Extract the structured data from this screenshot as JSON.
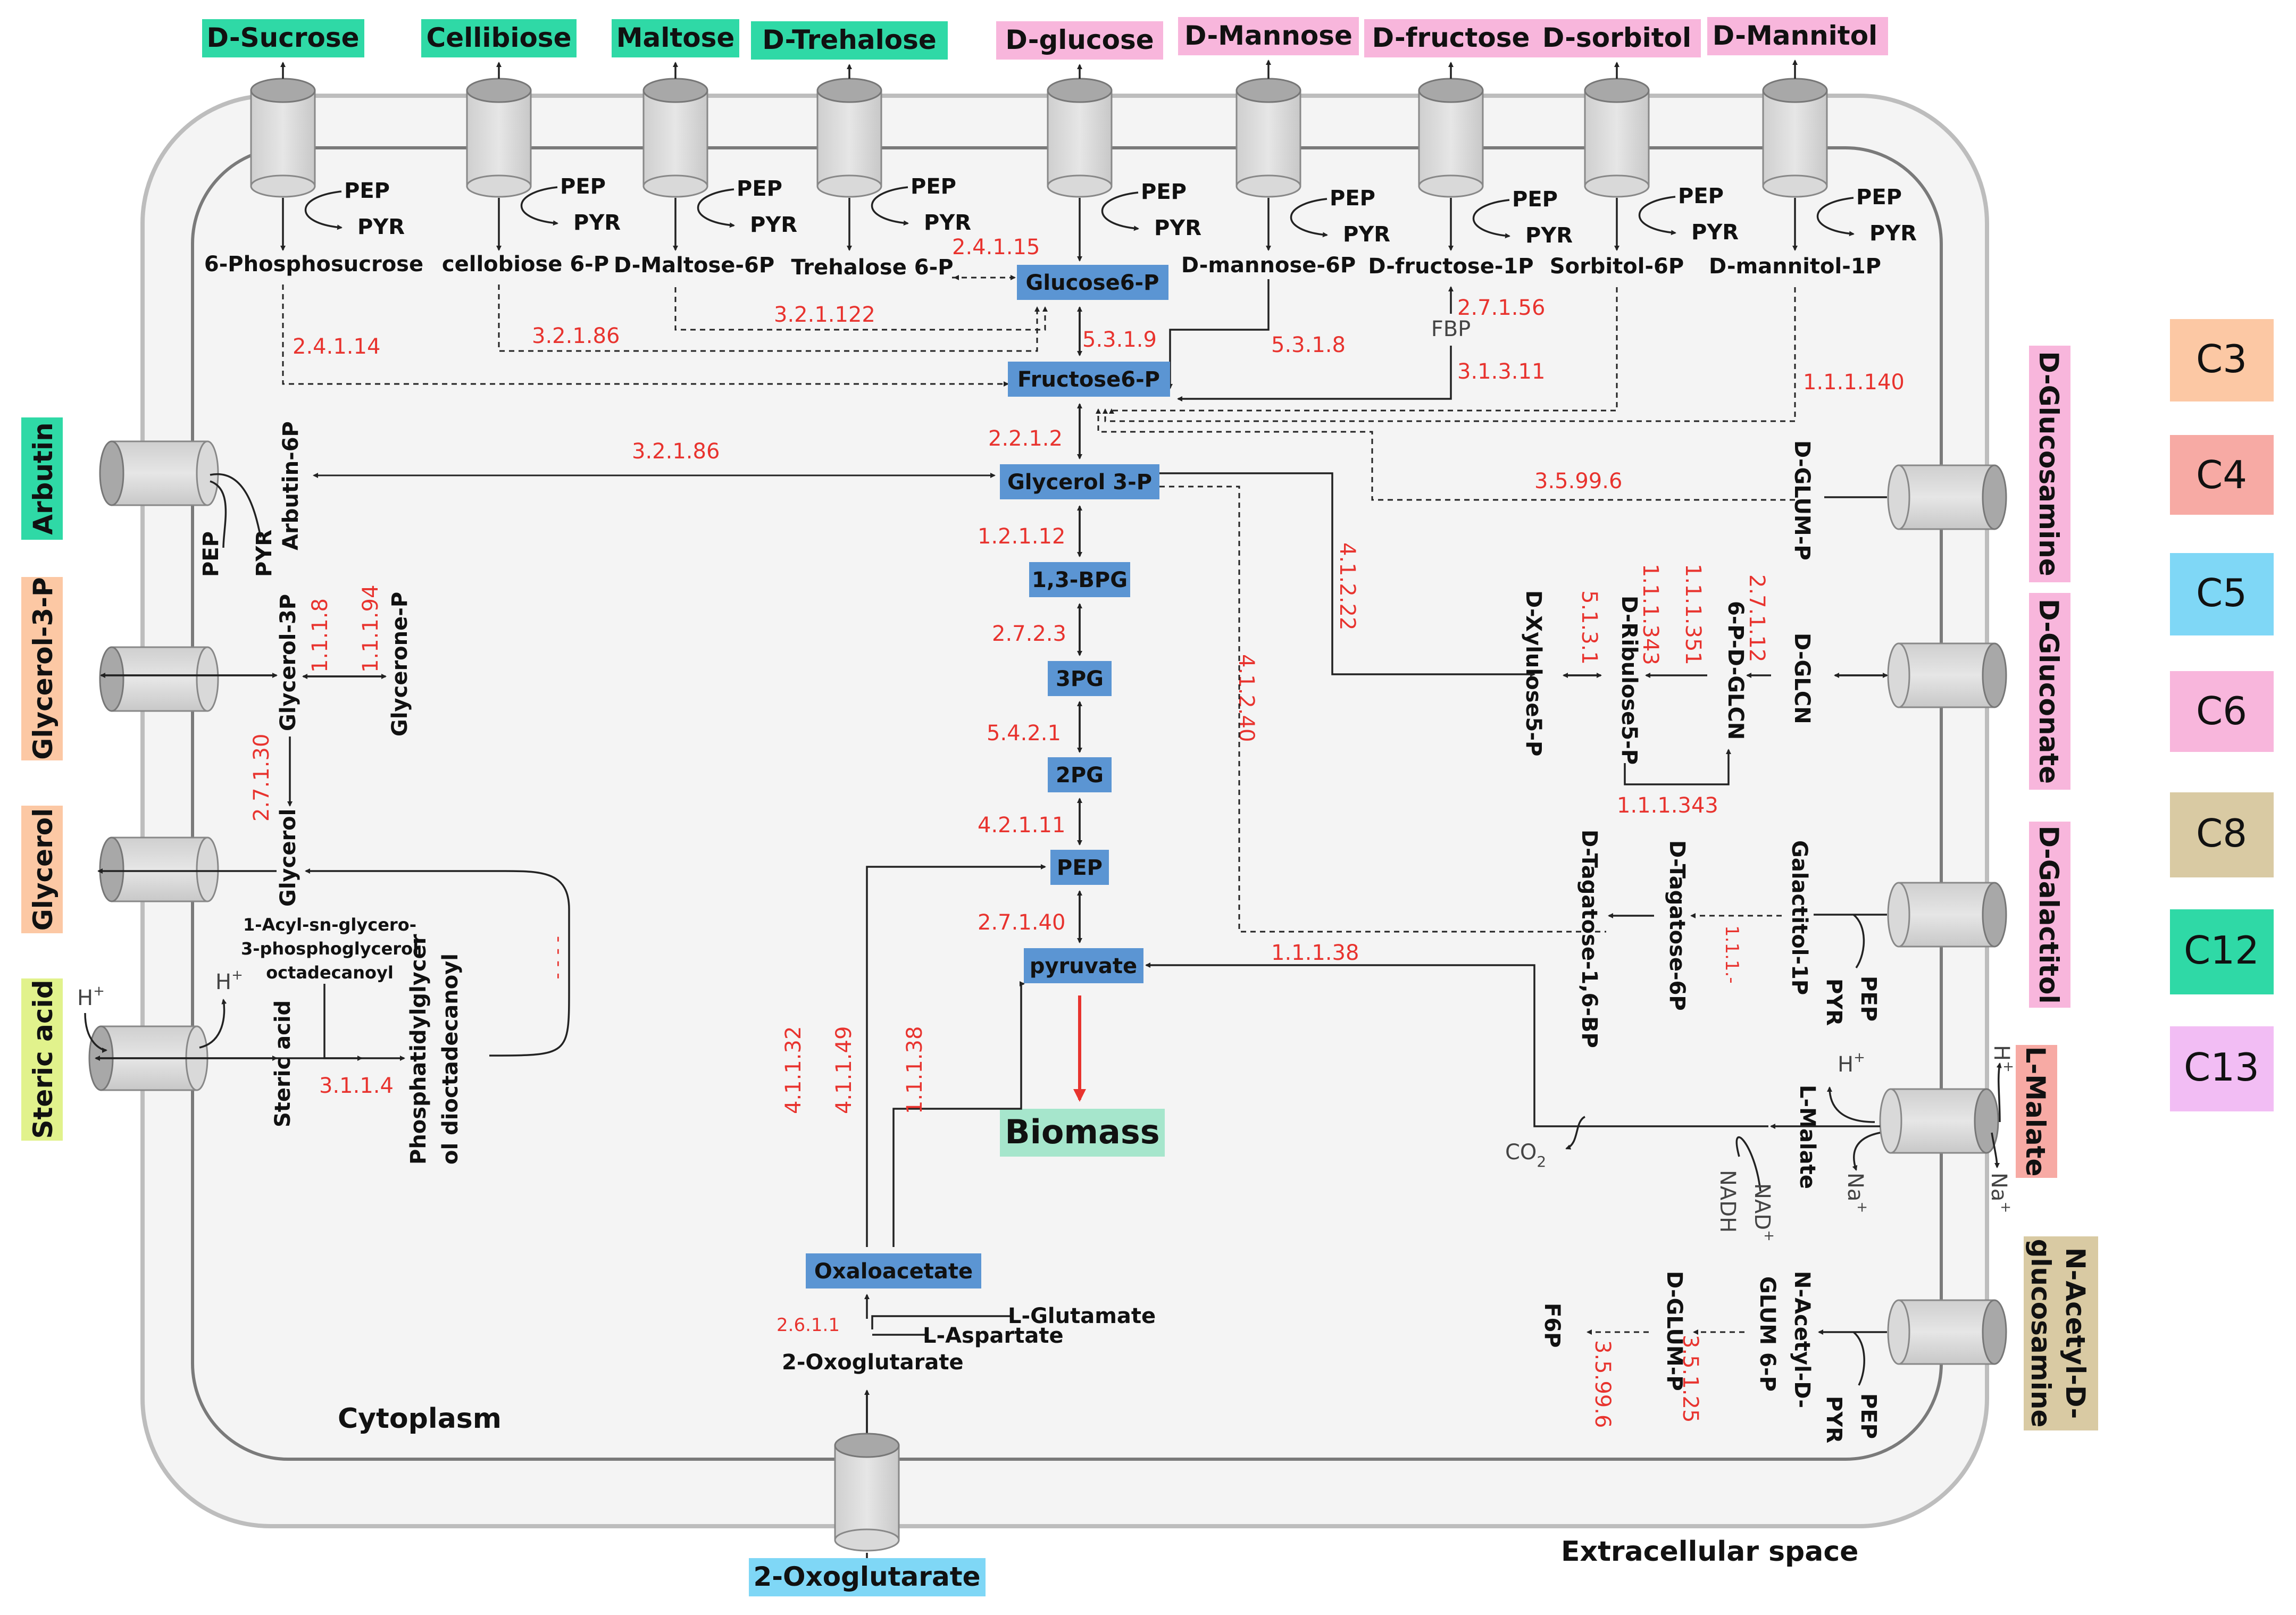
{
  "colors": {
    "C3": "#fcc8a4",
    "C4": "#f7aaa4",
    "C5": "#7fd7f6",
    "C6": "#f8b6dc",
    "C8": "#d9caa3",
    "C12": "#2fd9a6",
    "C13": "#f2bdf4",
    "pathway_box": "#5b95d3",
    "biomass": "#a6e6cc",
    "ec": "#e8332e",
    "cell_fill": "#f4f4f4",
    "cell_outer": "#bdbdbd",
    "cell_inner": "#7a7a7a",
    "steric": "#e1f28c"
  },
  "legend": [
    "C3",
    "C4",
    "C5",
    "C6",
    "C8",
    "C12",
    "C13"
  ],
  "compartments": {
    "cytoplasm": "Cytoplasm",
    "extracellular": "Extracellular space"
  },
  "substrates_top": [
    "D-Sucrose",
    "Cellibiose",
    "Maltose",
    "D-Trehalose",
    "D-glucose",
    "D-Mannose",
    "D-fructose",
    "D-sorbitol",
    "D-Mannitol"
  ],
  "substrates_left": [
    "Arbutin",
    "Glycerol-3-P",
    "Glycerol",
    "Steric acid"
  ],
  "substrates_right": [
    "D-Glucosamine",
    "D-Gluconate",
    "D-Galactitol",
    "L-Malate"
  ],
  "substrate_right_multiline": [
    "N-Acetyl-D-",
    "glucosamine"
  ],
  "substrate_bottom": "2-Oxoglutarate",
  "central": [
    "Glucose6-P",
    "Fructose6-P",
    "Glycerol 3-P",
    "1,3-BPG",
    "3PG",
    "2PG",
    "PEP",
    "pyruvate",
    "Oxaloacetate"
  ],
  "biomass": "Biomass",
  "pts": {
    "pep": "PEP",
    "pyr": "PYR"
  },
  "phosphorylated": [
    "6-Phosphosucrose",
    "cellobiose 6-P",
    "D-Maltose-6P",
    "Trehalose 6-P",
    "D-mannose-6P",
    "D-fructose-1P",
    "Sorbitol-6P",
    "D-mannitol-1P"
  ],
  "fbp": "FBP",
  "ec_top": [
    "2.4.1.15",
    "2.4.1.14",
    "3.2.1.86",
    "3.2.1.122",
    "5.3.1.9",
    "5.3.1.8",
    "2.7.1.56",
    "3.1.3.11",
    "1.1.1.140"
  ],
  "ec_central": [
    "2.2.1.2",
    "1.2.1.12",
    "2.7.2.3",
    "5.4.2.1",
    "4.2.1.11",
    "2.7.1.40",
    "3.2.1.86",
    "3.5.99.6",
    "4.1.2.22",
    "4.1.2.40",
    "1.1.1.38"
  ],
  "ec_ana": [
    "4.1.1.32",
    "4.1.1.49",
    "1.1.1.38"
  ],
  "transam_ec": "2.6.1.1",
  "transam": [
    "L-Glutamate",
    "L-Aspartate",
    "2-Oxoglutarate"
  ],
  "left_metabs": [
    "Arbutin-6P",
    "Glycerol-3P",
    "Glycerone-P",
    "Glycerol",
    "Steric acid"
  ],
  "left_ec": [
    "1.1.1.8",
    "1.1.1.94",
    "2.7.1.30",
    "3.1.1.4"
  ],
  "acyl": [
    "1-Acyl-sn-glycero-",
    "3-phosphoglycerol",
    "octadecanoyl"
  ],
  "phosph": [
    "Phosphatidylglycer",
    "ol dioctadecanoyl"
  ],
  "h_plus": "H",
  "h_sup": "+",
  "gap_marker": "- - - -",
  "right_metabs": [
    "D-GLUM-P",
    "D-Xylulose5-P",
    "D-Ribulose5-P",
    "6-P-D-GLCN",
    "D-GLCN",
    "D-Tagatose-1,6-BP",
    "D-Tagatose-6P",
    "Galactitol-1P",
    "L-Malate"
  ],
  "right_ec": [
    "5.1.3.1",
    "1.1.1.343",
    "1.1.1.351",
    "2.7.1.12",
    "1.1.1.343",
    "1.1.1.-"
  ],
  "co2": "CO",
  "co2_sub": "2",
  "nad": "NAD",
  "nad_sup": "+",
  "nadh": "NADH",
  "na": "Na",
  "na_sup": "+",
  "nag": [
    "F6P",
    "D-GLUM-P",
    "N-Acetyl-D-",
    "GLUM 6-P"
  ],
  "nag_ec": [
    "3.5.99.6",
    "3.5.1.25"
  ]
}
